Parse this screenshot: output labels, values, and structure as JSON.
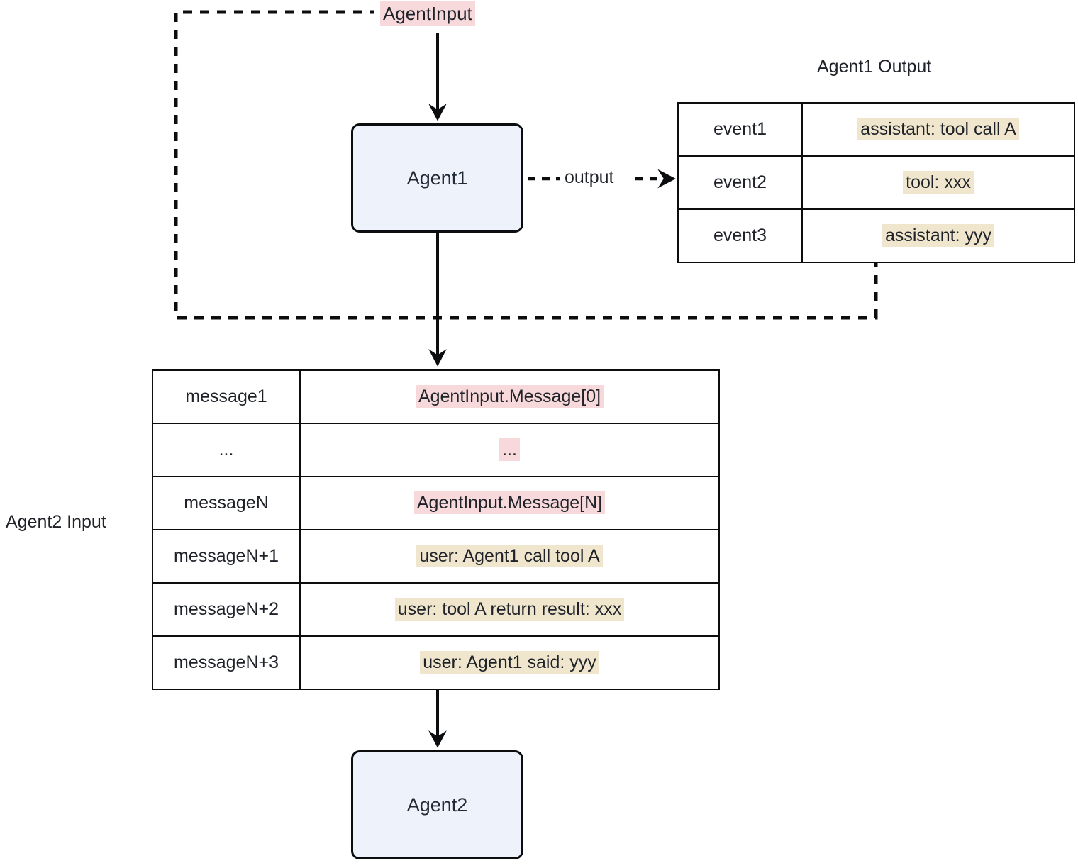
{
  "diagram": {
    "nodes": {
      "agent1": "Agent1",
      "agent2": "Agent2"
    },
    "labels": {
      "agent_input": "AgentInput",
      "output_edge": "output",
      "agent1_output_title": "Agent1 Output",
      "agent2_input_title": "Agent2 Input"
    },
    "agent1_output": {
      "rows": [
        {
          "key": "event1",
          "value": "assistant: tool call A"
        },
        {
          "key": "event2",
          "value": "tool: xxx"
        },
        {
          "key": "event3",
          "value": "assistant: yyy"
        }
      ]
    },
    "agent2_input": {
      "rows": [
        {
          "key": "message1",
          "value": "AgentInput.Message[0]"
        },
        {
          "key": "...",
          "value": "..."
        },
        {
          "key": "messageN",
          "value": "AgentInput.Message[N]"
        },
        {
          "key": "messageN+1",
          "value": "user: Agent1 call tool A"
        },
        {
          "key": "messageN+2",
          "value": "user: tool A return result: xxx"
        },
        {
          "key": "messageN+3",
          "value": "user: Agent1 said: yyy"
        }
      ]
    },
    "colors": {
      "node_fill": "#eef2fb",
      "node_stroke": "#0b0d0f",
      "highlight_pink": "#f7d9dc",
      "highlight_beige": "#f0e6cd",
      "edge": "#0b0d0f",
      "text": "#1f2329"
    }
  }
}
